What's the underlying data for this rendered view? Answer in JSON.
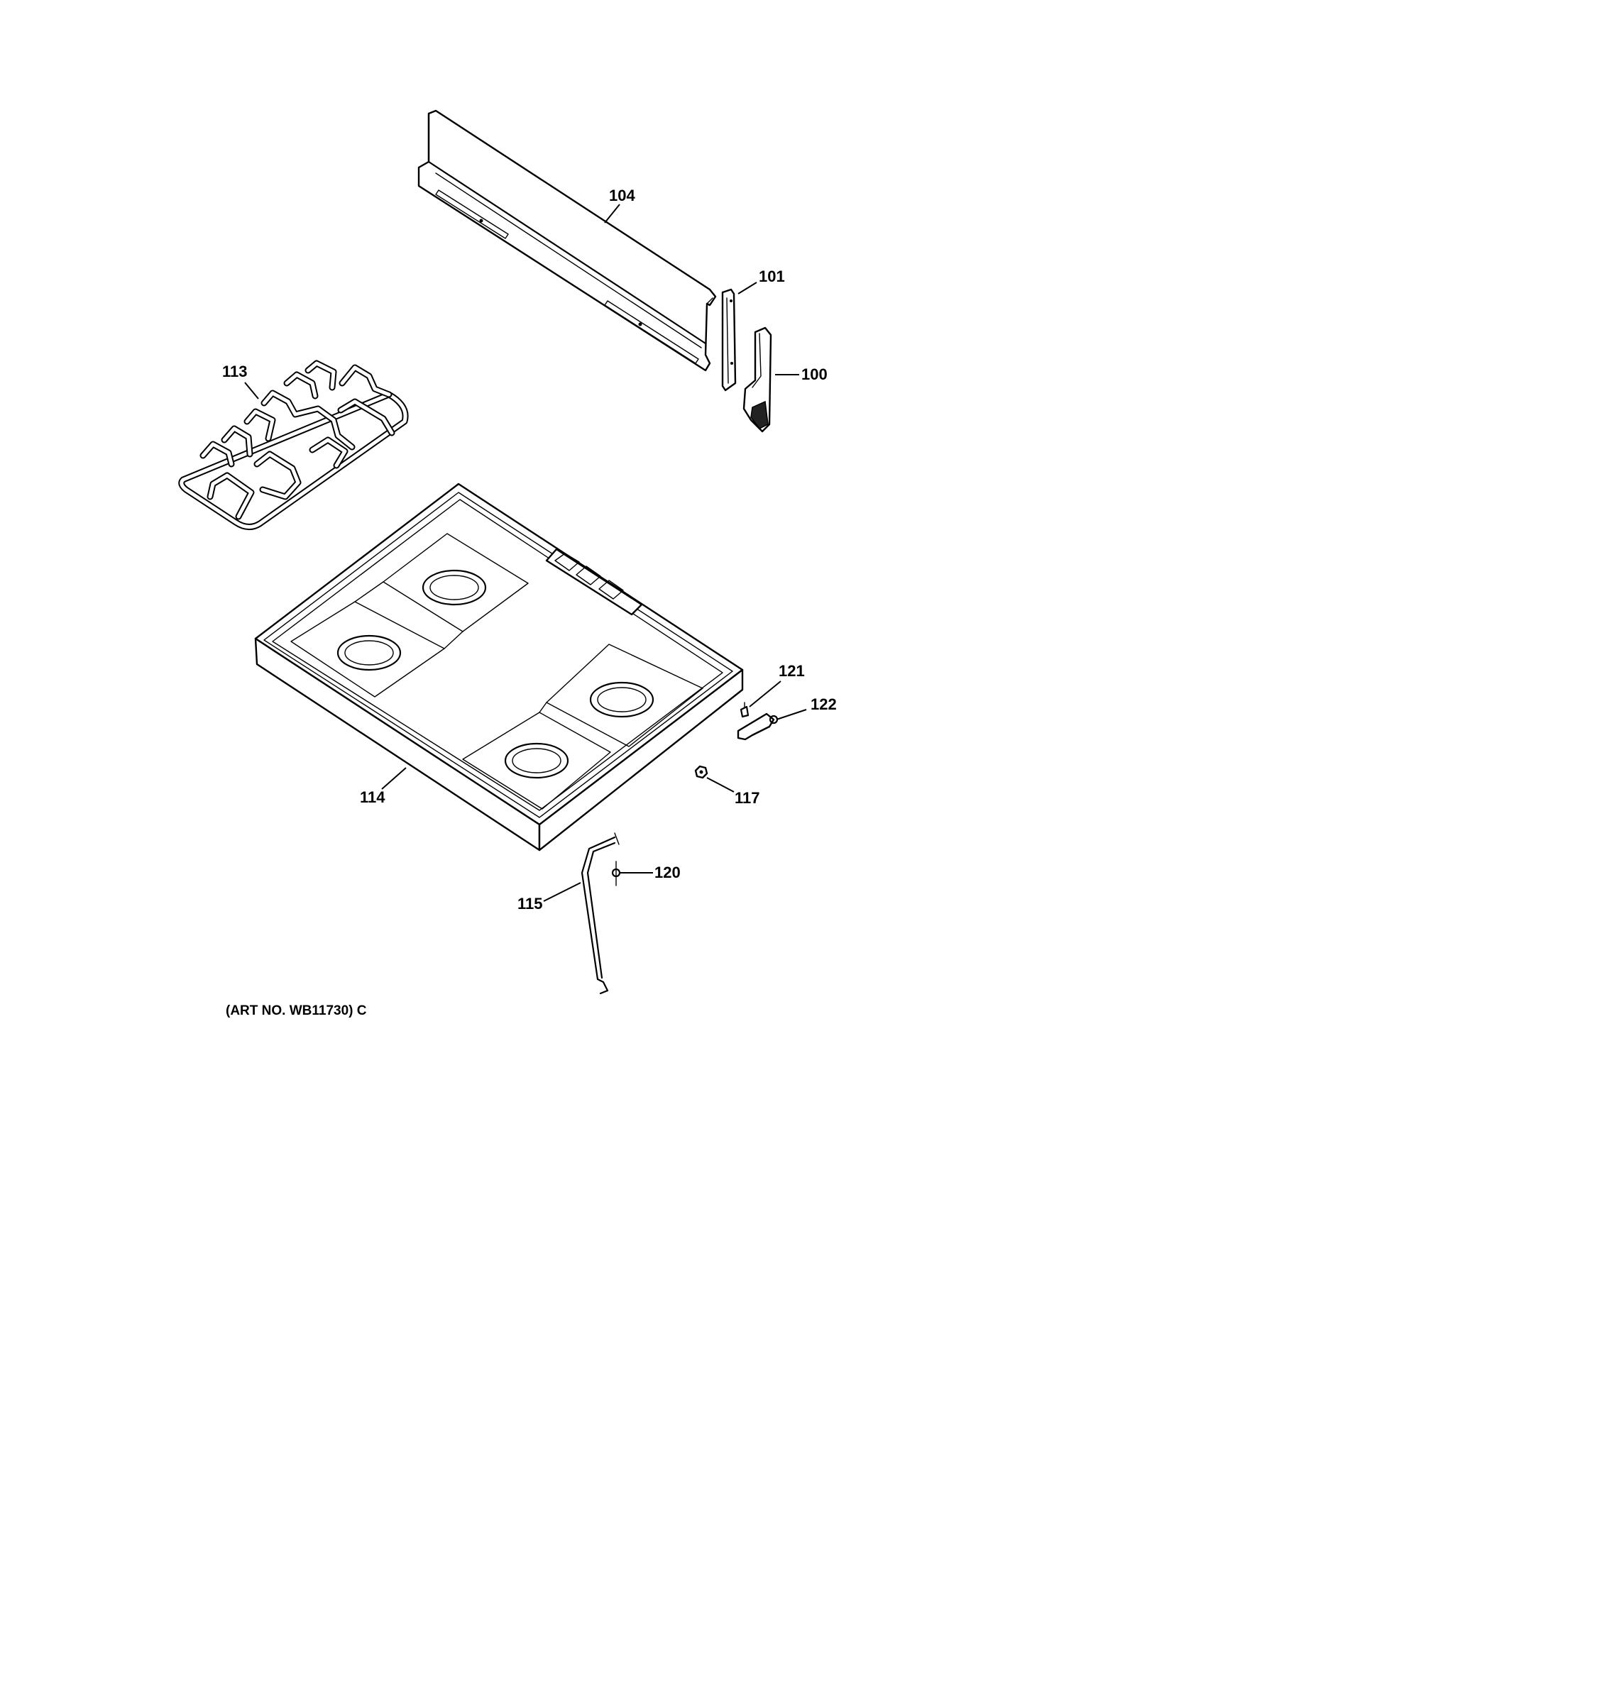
{
  "diagram": {
    "parts": [
      {
        "key": "backguard",
        "label": "104"
      },
      {
        "key": "bracket",
        "label": "101"
      },
      {
        "key": "endcap",
        "label": "100"
      },
      {
        "key": "grate",
        "label": "113"
      },
      {
        "key": "cooktop",
        "label": "114"
      },
      {
        "key": "screw",
        "label": "121"
      },
      {
        "key": "clip",
        "label": "122"
      },
      {
        "key": "nut",
        "label": "117"
      },
      {
        "key": "rod",
        "label": "115"
      },
      {
        "key": "screw2",
        "label": "120"
      }
    ],
    "caption": "(ART NO. WB11730) C"
  }
}
